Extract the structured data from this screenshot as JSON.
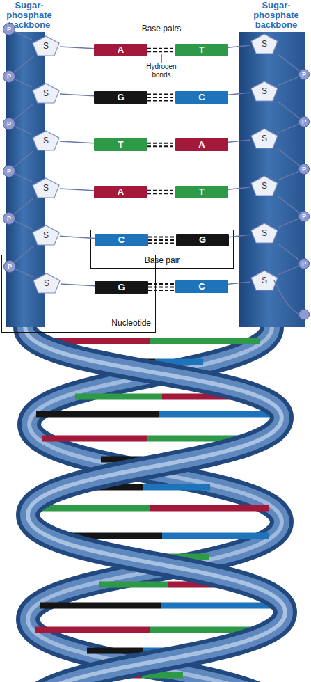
{
  "diagram": {
    "nodes": [
      {
        "text": [
          "Sugar-phosphate backbone"
        ]
      },
      {
        "text": [
          "Sugar-phosphate backbone"
        ]
      },
      {
        "text": [
          "P"
        ]
      },
      {
        "text": [
          "S"
        ]
      },
      {
        "text": [
          "A"
        ]
      },
      {
        "text": [
          "T"
        ]
      },
      {
        "text": [
          "S"
        ],
        "in": 1
      },
      {
        "text": [
          "P"
        ]
      },
      {
        "text": [
          "P"
        ]
      },
      {
        "text": [
          "S"
        ]
      },
      {
        "text": [
          "G"
        ]
      },
      {
        "text": [
          "C"
        ]
      },
      {
        "text": [
          "S"
        ],
        "in": 1
      },
      {
        "text": [
          "P"
        ]
      },
      {
        "text": [
          "P"
        ]
      },
      {
        "text": [
          "S"
        ]
      },
      {
        "text": [
          "T"
        ]
      },
      {
        "text": [
          "A"
        ]
      },
      {
        "text": [
          "S"
        ],
        "in": 1
      },
      {
        "text": [
          "P"
        ]
      },
      {
        "text": [
          "P"
        ]
      },
      {
        "text": [
          "S"
        ]
      },
      {
        "text": [
          "A"
        ]
      },
      {
        "text": [
          "T"
        ]
      },
      {
        "text": [
          "S"
        ],
        "in": 1
      },
      {
        "text": [
          "P"
        ]
      },
      {
        "text": [
          "P"
        ]
      },
      {
        "text": [
          "S"
        ]
      },
      {
        "text": [
          "Base pair"
        ]
      },
      {
        "text": [
          "C"
        ],
        "in": 28
      },
      {
        "text": [
          "G"
        ],
        "in": 28
      },
      {
        "text": [
          "S"
        ],
        "in": 1
      },
      {
        "text": [
          "P"
        ]
      },
      {
        "text": [
          "Nucleotide"
        ]
      },
      {
        "text": [
          "P"
        ],
        "in": 33
      },
      {
        "text": [
          "S"
        ],
        "in": 33
      },
      {
        "text": [
          "G"
        ],
        "in": 33
      },
      {
        "text": [
          "C"
        ]
      },
      {
        "text": [
          "S"
        ],
        "in": 1
      }
    ],
    "edges": [
      {
        "from": 2,
        "to": 3,
        "arrow": "none"
      },
      {
        "from": 3,
        "to": 8,
        "arrow": "none"
      },
      {
        "from": 8,
        "to": 9,
        "arrow": "none"
      },
      {
        "from": 9,
        "to": 14,
        "arrow": "none"
      },
      {
        "from": 14,
        "to": 15,
        "arrow": "none"
      },
      {
        "from": 15,
        "to": 20,
        "arrow": "none"
      },
      {
        "from": 20,
        "to": 21,
        "arrow": "none"
      },
      {
        "from": 21,
        "to": 26,
        "arrow": "none"
      },
      {
        "from": 26,
        "to": 27,
        "arrow": "none"
      },
      {
        "from": 27,
        "to": 34,
        "arrow": "none"
      },
      {
        "from": 34,
        "to": 35,
        "arrow": "none"
      },
      {
        "from": 3,
        "to": 4,
        "arrow": "none"
      },
      {
        "from": 9,
        "to": 10,
        "arrow": "none"
      },
      {
        "from": 15,
        "to": 16,
        "arrow": "none"
      },
      {
        "from": 21,
        "to": 22,
        "arrow": "none"
      },
      {
        "from": 27,
        "to": 29,
        "arrow": "none"
      },
      {
        "from": 35,
        "to": 36,
        "arrow": "none"
      },
      {
        "from": 4,
        "to": 5,
        "arrow": "none"
      },
      {
        "from": 10,
        "to": 11,
        "arrow": "none"
      },
      {
        "from": 16,
        "to": 17,
        "arrow": "none"
      },
      {
        "from": 22,
        "to": 23,
        "arrow": "none"
      },
      {
        "from": 29,
        "to": 30,
        "arrow": "none"
      },
      {
        "from": 36,
        "to": 37,
        "arrow": "none"
      },
      {
        "from": 5,
        "to": 6,
        "arrow": "none"
      },
      {
        "from": 11,
        "to": 12,
        "arrow": "none"
      },
      {
        "from": 17,
        "to": 18,
        "arrow": "none"
      },
      {
        "from": 23,
        "to": 24,
        "arrow": "none"
      },
      {
        "from": 30,
        "to": 31,
        "arrow": "none"
      },
      {
        "from": 37,
        "to": 38,
        "arrow": "none"
      },
      {
        "from": 6,
        "to": 7,
        "arrow": "none"
      },
      {
        "from": 7,
        "to": 12,
        "arrow": "none"
      },
      {
        "from": 12,
        "to": 13,
        "arrow": "none"
      },
      {
        "from": 13,
        "to": 18,
        "arrow": "none"
      },
      {
        "from": 18,
        "to": 19,
        "arrow": "none"
      },
      {
        "from": 19,
        "to": 24,
        "arrow": "none"
      },
      {
        "from": 24,
        "to": 25,
        "arrow": "none"
      },
      {
        "from": 25,
        "to": 31,
        "arrow": "none"
      },
      {
        "from": 31,
        "to": 32,
        "arrow": "none"
      },
      {
        "from": 32,
        "to": 38,
        "arrow": "none"
      }
    ],
    "labels": [
      "Base pairs",
      "Hydrogen bonds"
    ]
  }
}
